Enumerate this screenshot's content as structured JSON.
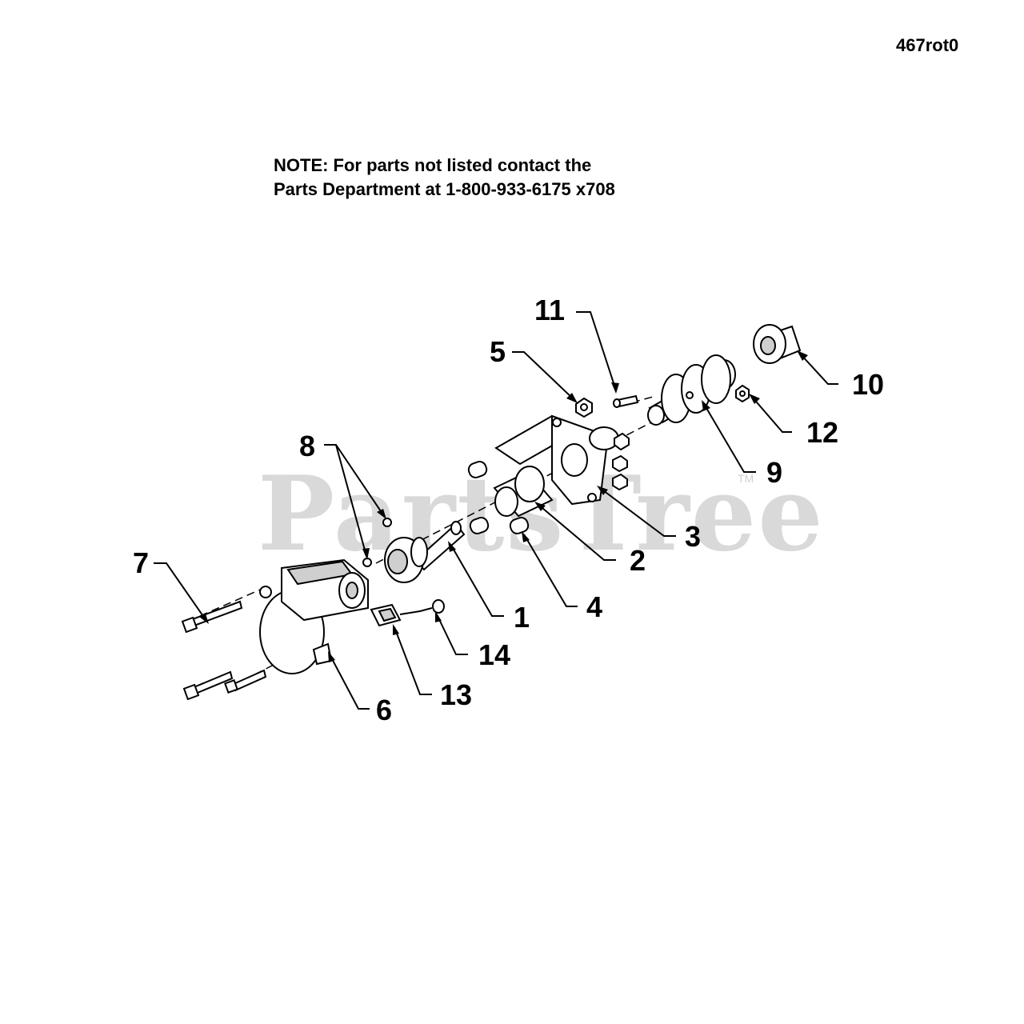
{
  "diagram_id": "467rot0",
  "note": {
    "line1": "NOTE:  For parts not listed contact the",
    "line2": "Parts Department at 1-800-933-6175 x708"
  },
  "watermark": {
    "text": "PartsTree",
    "tm": "TM"
  },
  "callouts": {
    "c1": "1",
    "c2": "2",
    "c3": "3",
    "c4": "4",
    "c5": "5",
    "c6": "6",
    "c7": "7",
    "c8": "8",
    "c9": "9",
    "c10": "10",
    "c11": "11",
    "c12": "12",
    "c13": "13",
    "c14": "14"
  }
}
